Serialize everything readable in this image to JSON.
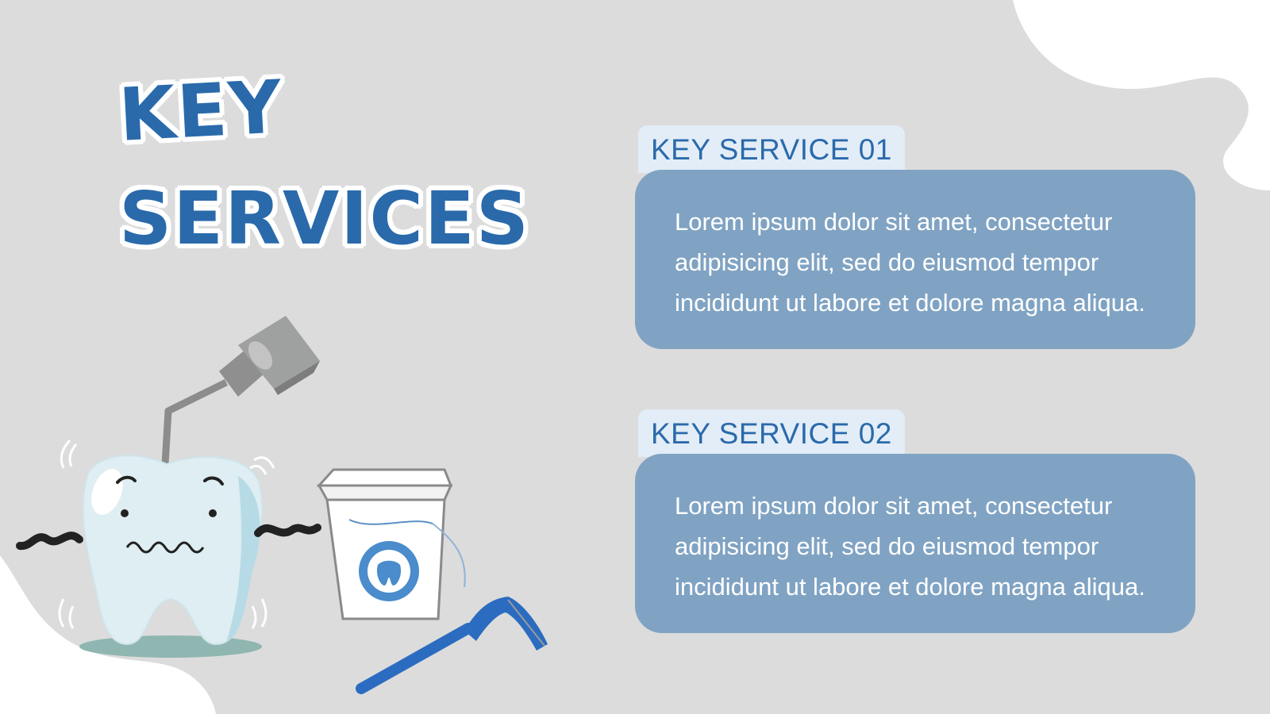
{
  "title": {
    "line1": "KEY",
    "line2": "SERVICES"
  },
  "services": [
    {
      "label": "KEY SERVICE 01",
      "text": "Lorem ipsum dolor sit amet, consectetur adipisicing elit, sed do eiusmod tempor incididunt ut labore et dolore magna aliqua."
    },
    {
      "label": "KEY SERVICE 02",
      "text": "Lorem ipsum dolor sit amet, consectetur adipisicing elit, sed do eiusmod tempor incididunt ut labore et dolore magna aliqua."
    }
  ],
  "colors": {
    "background": "#dcdcdc",
    "accent_blue": "#2a6aab",
    "card_blue": "#80a3c3",
    "tab_light": "#e3edf7"
  },
  "illustrations": [
    "scared-tooth-icon",
    "dental-mirror-icon",
    "dental-floss-box-icon",
    "floss-pick-icon"
  ]
}
